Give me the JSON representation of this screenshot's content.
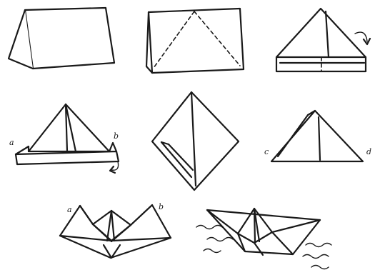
{
  "diagram": {
    "step4": {
      "label_left": "a",
      "label_right": "b"
    },
    "step6": {
      "label_left": "c",
      "label_right": "d"
    },
    "step7": {
      "label_left": "a",
      "label_right": "b"
    }
  }
}
